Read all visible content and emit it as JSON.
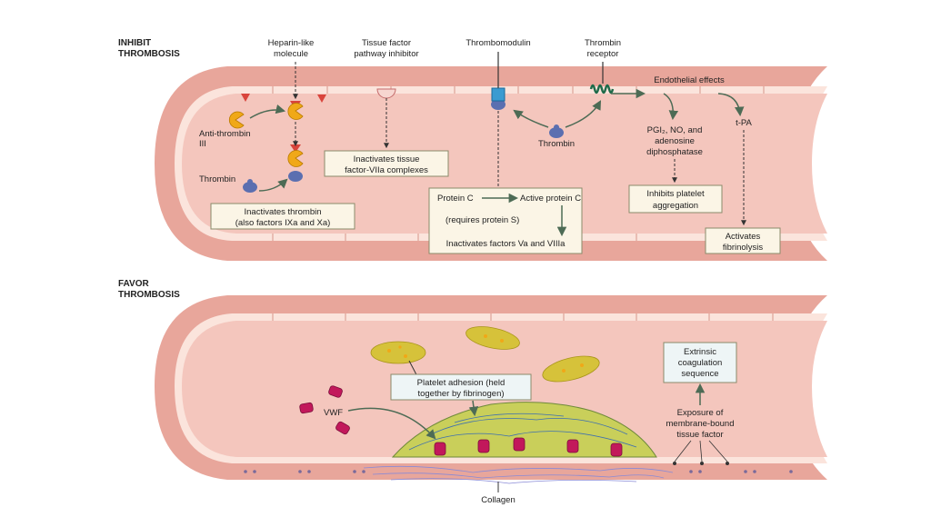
{
  "sections": {
    "inhibit": [
      "INHIBIT",
      "THROMBOSIS"
    ],
    "favor": [
      "FAVOR",
      "THROMBOSIS"
    ]
  },
  "top": {
    "heparin": [
      "Heparin-like",
      "molecule"
    ],
    "tfpi": [
      "Tissue factor",
      "pathway inhibitor"
    ],
    "thrombomodulin": "Thrombomodulin",
    "thrombin_receptor": [
      "Thrombin",
      "receptor"
    ],
    "endothelial_effects": "Endothelial effects",
    "antithrombin": [
      "Anti-thrombin",
      "III"
    ],
    "thrombin_left": "Thrombin",
    "thrombin_mid": "Thrombin",
    "pgi": [
      "PGI₂, NO, and",
      "adenosine",
      "diphosphatase"
    ],
    "tpa": "t-PA",
    "box_inactivates_thrombin": [
      "Inactivates thrombin",
      "(also factors IXa and Xa)"
    ],
    "box_inactivates_tf": [
      "Inactivates tissue",
      "factor-VIIa complexes"
    ],
    "protein_c": "Protein C",
    "active_protein_c": "Active protein C",
    "requires_protein_s": "(requires protein S)",
    "inactivates_va_viiia": "Inactivates factors Va and VIIIa",
    "box_inhibits_platelet": [
      "Inhibits platelet",
      "aggregation"
    ],
    "box_activates_fibrinolysis": [
      "Activates",
      "fibrinolysis"
    ]
  },
  "bottom": {
    "platelet_adhesion": [
      "Platelet adhesion (held",
      "together by fibrinogen)"
    ],
    "vwf": "VWF",
    "extrinsic": [
      "Extrinsic",
      "coagulation",
      "sequence"
    ],
    "exposure": [
      "Exposure of",
      "membrane-bound",
      "tissue factor"
    ],
    "collagen": "Collagen"
  },
  "colors": {
    "vessel_outer": "#e8a69b",
    "vessel_lumen": "#f4c6bd",
    "endothelium": "#fbe4dc",
    "box_fill": "#fbf5e6",
    "box_stroke": "#8a8a6a",
    "vwf": "#c2185b",
    "platelet": "#d6c23a",
    "thrombin": "#5b6fb0",
    "antithrombin": "#f0a818",
    "heparin": "#d9443c",
    "arrow": "#4d6b55"
  }
}
